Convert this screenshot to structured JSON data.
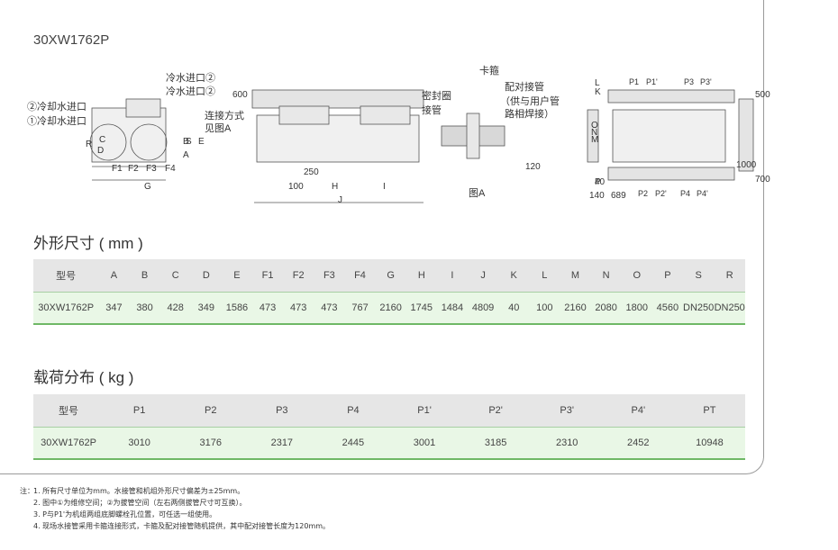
{
  "model_title": "30XW1762P",
  "drawing_labels": {
    "cool_in": "冷水进口②",
    "cool_out": "冷水进口②",
    "cw_in": "②冷却水进口",
    "cw_out": "①冷却水进口",
    "conn": "连接方式",
    "see_a": "见图A",
    "seal": "密封圈",
    "pipe": "接管",
    "clamp": "卡箍",
    "match_pipe": "配对接管",
    "supply1": "（供与用户管",
    "supply2": "路相焊接）",
    "fig_a": "图A",
    "dims": [
      "A",
      "B",
      "C",
      "D",
      "E",
      "R",
      "S",
      "F1",
      "F2",
      "F3",
      "F4",
      "G",
      "H",
      "I",
      "J",
      "K",
      "L",
      "M",
      "N",
      "O",
      "P"
    ],
    "nums": [
      "600",
      "250",
      "100",
      "120",
      "500",
      "1000",
      "700",
      "140",
      "40",
      "689"
    ],
    "points": [
      "P1",
      "P1'",
      "P3",
      "P3'",
      "P2",
      "P2'",
      "P4",
      "P4'"
    ]
  },
  "dim_table": {
    "title": "外形尺寸 ( mm )",
    "headers": [
      "型号",
      "A",
      "B",
      "C",
      "D",
      "E",
      "F1",
      "F2",
      "F3",
      "F4",
      "G",
      "H",
      "I",
      "J",
      "K",
      "L",
      "M",
      "N",
      "O",
      "P",
      "S",
      "R"
    ],
    "row": [
      "30XW1762P",
      "347",
      "380",
      "428",
      "349",
      "1586",
      "473",
      "473",
      "473",
      "767",
      "2160",
      "1745",
      "1484",
      "4809",
      "40",
      "100",
      "2160",
      "2080",
      "1800",
      "4560",
      "DN250",
      "DN250"
    ]
  },
  "load_table": {
    "title": "载荷分布 ( kg )",
    "headers": [
      "型号",
      "P1",
      "P2",
      "P3",
      "P4",
      "P1'",
      "P2'",
      "P3'",
      "P4'",
      "PT"
    ],
    "row": [
      "30XW1762P",
      "3010",
      "3176",
      "2317",
      "2445",
      "3001",
      "3185",
      "2310",
      "2452",
      "10948"
    ]
  },
  "notes": {
    "label": "注：",
    "items": [
      "1. 所有尺寸单位为mm。水接管和机组外形尺寸偏差为±25mm。",
      "2. 图中①为维修空间；②为拔管空间（左右两侧拔管尺寸可互换）。",
      "3. P与P1'为机组两组底脚螺栓孔位置，可任选一组使用。",
      "4. 现场水接管采用卡箍连接形式，卡箍及配对接管随机提供，其中配对接管长度为120mm。"
    ]
  }
}
